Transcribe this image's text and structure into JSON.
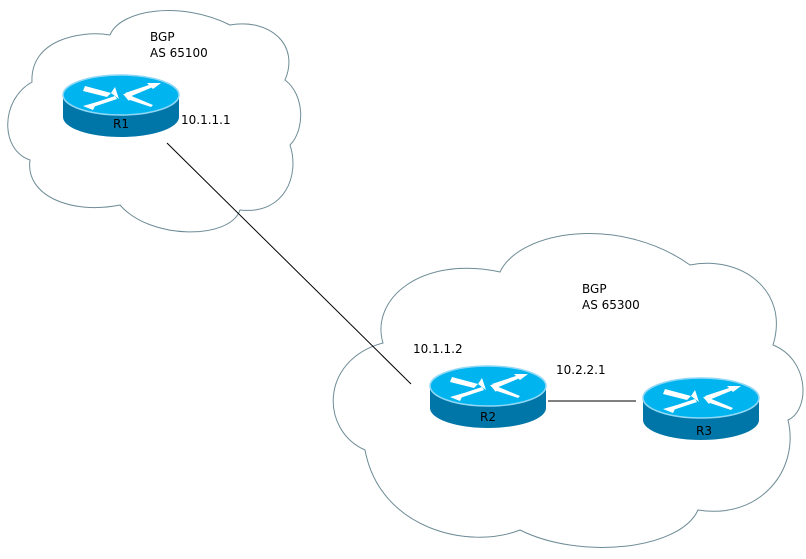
{
  "diagram": {
    "title": "",
    "colors": {
      "cloud_stroke": "#6e8c96",
      "router_top": "#00b4f0",
      "router_side": "#0076a8",
      "router_rim": "#8fd8f5",
      "link": "#000000"
    },
    "clouds": [
      {
        "id": "as65100",
        "line1": "BGP",
        "line2": "AS 65100"
      },
      {
        "id": "as65300",
        "line1": "BGP",
        "line2": "AS 65300"
      }
    ],
    "routers": [
      {
        "id": "r1",
        "label": "R1",
        "icon": "router-icon"
      },
      {
        "id": "r2",
        "label": "R2",
        "icon": "router-icon"
      },
      {
        "id": "r3",
        "label": "R3",
        "icon": "router-icon"
      }
    ],
    "links": [
      {
        "from": "R1",
        "to": "R2",
        "from_ip": "10.1.1.1",
        "to_ip": "10.1.1.2"
      },
      {
        "from": "R2",
        "to": "R3",
        "from_ip": "10.2.2.1"
      }
    ]
  }
}
